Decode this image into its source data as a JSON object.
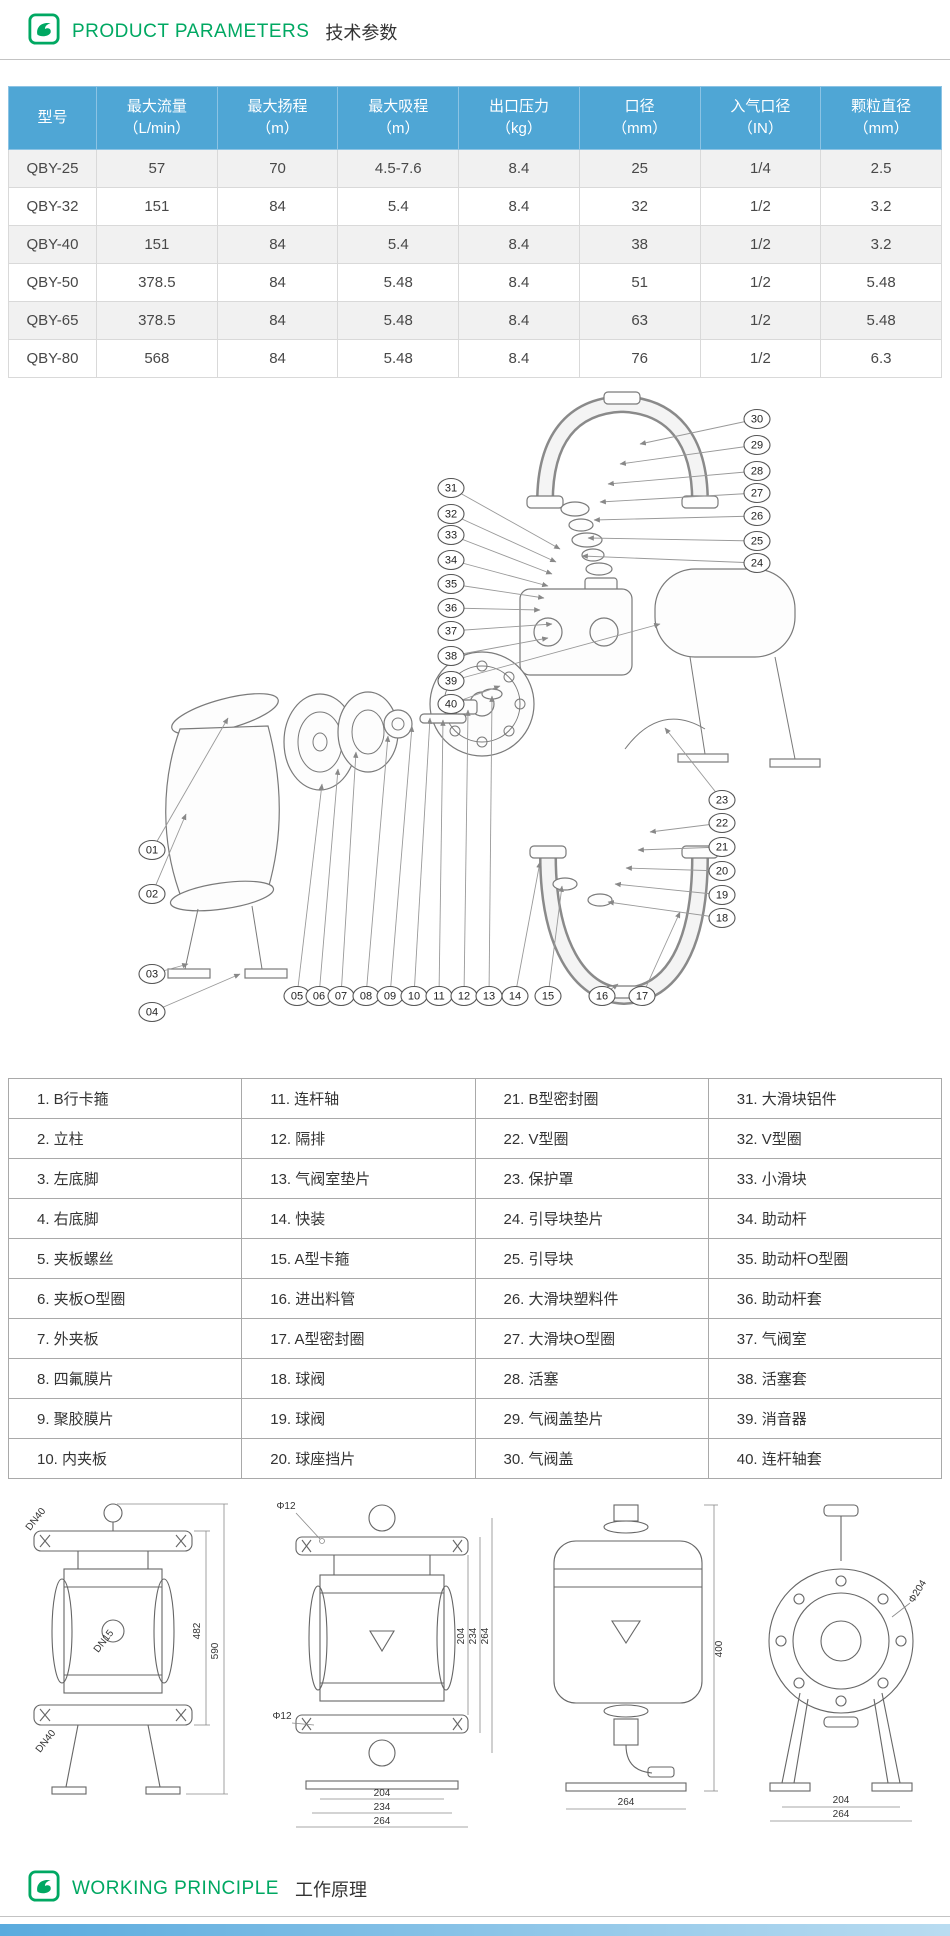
{
  "sections": {
    "parameters": {
      "title_en": "PRODUCT PARAMETERS",
      "title_zh": "技术参数"
    },
    "principle": {
      "title_en": "WORKING PRINCIPLE",
      "title_zh": "工作原理"
    }
  },
  "colors": {
    "accent_green": "#00a862",
    "table_header_blue": "#4fa6d5",
    "footer_bar_blue": "#5aabde"
  },
  "spec_table": {
    "headers": [
      [
        "型号"
      ],
      [
        "最大流量",
        "（L/min）"
      ],
      [
        "最大扬程",
        "（m）"
      ],
      [
        "最大吸程",
        "（m）"
      ],
      [
        "出口压力",
        "（kg）"
      ],
      [
        "口径",
        "（mm）"
      ],
      [
        "入气口径",
        "（IN）"
      ],
      [
        "颗粒直径",
        "（mm）"
      ]
    ],
    "rows": [
      [
        "QBY-25",
        "57",
        "70",
        "4.5-7.6",
        "8.4",
        "25",
        "1/4",
        "2.5"
      ],
      [
        "QBY-32",
        "151",
        "84",
        "5.4",
        "8.4",
        "32",
        "1/2",
        "3.2"
      ],
      [
        "QBY-40",
        "151",
        "84",
        "5.4",
        "8.4",
        "38",
        "1/2",
        "3.2"
      ],
      [
        "QBY-50",
        "378.5",
        "84",
        "5.48",
        "8.4",
        "51",
        "1/2",
        "5.48"
      ],
      [
        "QBY-65",
        "378.5",
        "84",
        "5.48",
        "8.4",
        "63",
        "1/2",
        "5.48"
      ],
      [
        "QBY-80",
        "568",
        "84",
        "5.48",
        "8.4",
        "76",
        "1/2",
        "6.3"
      ]
    ]
  },
  "parts_list": {
    "columns": [
      [
        "1. B行卡箍",
        "2. 立柱",
        "3. 左底脚",
        "4. 右底脚",
        "5. 夹板螺丝",
        "6. 夹板O型圈",
        "7. 外夹板",
        "8. 四氟膜片",
        "9. 聚胶膜片",
        "10. 内夹板"
      ],
      [
        "11. 连杆轴",
        "12. 隔排",
        "13. 气阀室垫片",
        "14. 快装",
        "15. A型卡箍",
        "16. 进出料管",
        "17. A型密封圈",
        "18. 球阀",
        "19. 球阀",
        "20. 球座挡片"
      ],
      [
        "21. B型密封圈",
        "22. V型圈",
        "23. 保护罩",
        "24. 引导块垫片",
        "25. 引导块",
        "26. 大滑块塑料件",
        "27. 大滑块O型圈",
        "28. 活塞",
        "29. 气阀盖垫片",
        "30. 气阀盖"
      ],
      [
        "31. 大滑块铝件",
        "32. V型圈",
        "33. 小滑块",
        "34. 助动杆",
        "35. 助动杆O型圈",
        "36. 助动杆套",
        "37. 气阀室",
        "38. 活塞套",
        "39. 消音器",
        "40. 连杆轴套"
      ]
    ]
  },
  "diagram": {
    "callouts": [
      "01",
      "02",
      "03",
      "04",
      "05",
      "06",
      "07",
      "08",
      "09",
      "10",
      "11",
      "12",
      "13",
      "14",
      "15",
      "16",
      "17",
      "18",
      "19",
      "20",
      "21",
      "22",
      "23",
      "24",
      "25",
      "26",
      "27",
      "28",
      "29",
      "30",
      "31",
      "32",
      "33",
      "34",
      "35",
      "36",
      "37",
      "38",
      "39",
      "40"
    ]
  },
  "drawings": {
    "d1": {
      "labels": [
        "DN40",
        "DN15",
        "482",
        "590",
        "DN40"
      ]
    },
    "d2": {
      "labels": [
        "Φ12",
        "Φ12",
        "204",
        "234",
        "264",
        "204",
        "234",
        "264"
      ]
    },
    "d3": {
      "labels": [
        "400",
        "264"
      ]
    },
    "d4": {
      "labels": [
        "Φ204",
        "204",
        "264"
      ]
    }
  }
}
